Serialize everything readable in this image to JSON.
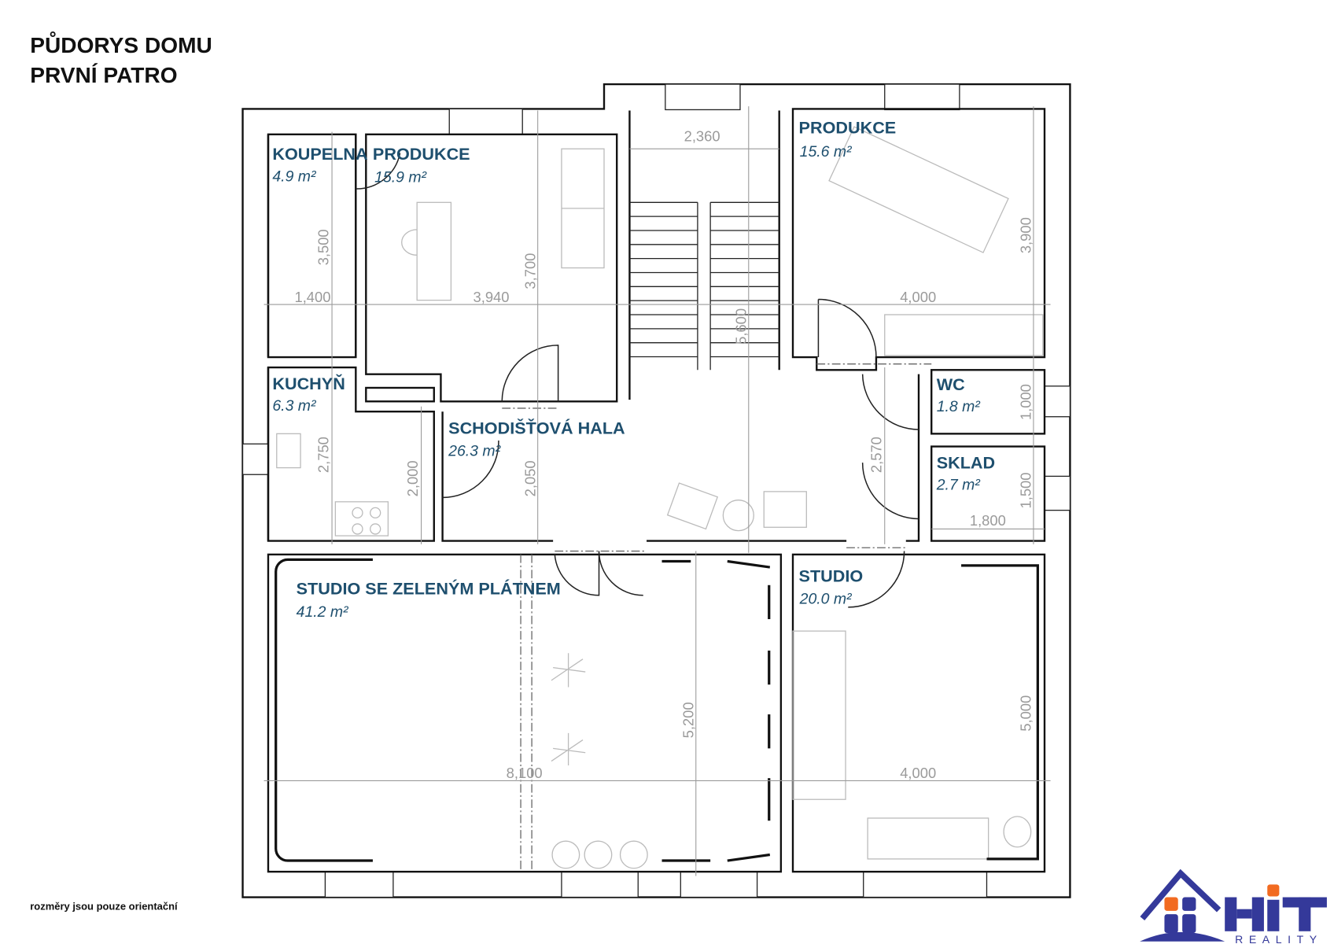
{
  "title": {
    "line1": "PŮDORYS DOMU",
    "line2": "PRVNÍ PATRO"
  },
  "footnote": "rozměry jsou pouze orientační",
  "logo": {
    "main": "HiT",
    "sub": "REALITY",
    "colors": {
      "blue": "#34399a",
      "orange": "#f26b21"
    }
  },
  "colors": {
    "room_label": "#1e4f6e",
    "dimension": "#9a9a9a",
    "wall": "#111111"
  },
  "rooms": [
    {
      "name": "KOUPELNA",
      "area": "4.9 m²"
    },
    {
      "name": "PRODUKCE",
      "area": "15.9 m²"
    },
    {
      "name": "PRODUKCE",
      "area": "15.6 m²"
    },
    {
      "name": "KUCHYŇ",
      "area": "6.3 m²"
    },
    {
      "name": "SCHODIŠŤOVÁ HALA",
      "area": "26.3 m²"
    },
    {
      "name": "WC",
      "area": "1.8 m²"
    },
    {
      "name": "SKLAD",
      "area": "2.7 m²"
    },
    {
      "name": "STUDIO SE ZELENÝM PLÁTNEM",
      "area": "41.2 m²"
    },
    {
      "name": "STUDIO",
      "area": "20.0 m²"
    }
  ],
  "dimensions": {
    "koupelna_h": "3,500",
    "koupelna_w": "1,400",
    "produkce1_w": "3,940",
    "produkce1_h": "3,700",
    "stair_w": "2,360",
    "stair_h": "5,600",
    "produkce2_w": "4,000",
    "produkce2_h": "3,900",
    "kuchyn_h": "2,750",
    "kuchyn_h2": "2,000",
    "hall_h": "2,050",
    "hall_h2": "2,570",
    "wc_h": "1,000",
    "sklad_h": "1,500",
    "sklad_w": "1,800",
    "studio_green_w": "8,100",
    "studio_green_h": "5,200",
    "studio_w": "4,000",
    "studio_h": "5,000"
  }
}
